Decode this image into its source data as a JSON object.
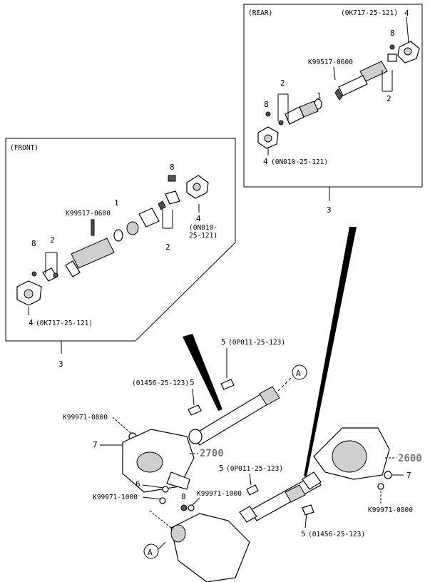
{
  "rear_box": {
    "title": "(REAR)",
    "callout_top": "(0K717-25-121)",
    "callout_top_num": "4",
    "bolt_num": "8",
    "spec": "K99517-0600",
    "num_1": "1",
    "num_2a": "2",
    "num_2b": "2",
    "num_8": "8",
    "num_4": "4",
    "callout_bottom": "(0N010-25-121)",
    "ref": "3"
  },
  "front_box": {
    "title": "(FRONT)",
    "num_8a": "8",
    "num_1": "1",
    "spec": "K99517-0600",
    "num_4a": "4",
    "callout_right": "(0N010-",
    "callout_right2": "25-121)",
    "num_2a": "2",
    "num_2b": "2",
    "num_8b": "8",
    "num_4b": "4",
    "callout_bottom": "(0K717-25-121)",
    "ref": "3"
  },
  "assembly": {
    "bolt5a_num": "5",
    "bolt5a_code": "(0P011-25-123)",
    "bolt5b_code": "(01456-25-123)",
    "bolt5b_num": "5",
    "nut_left_code": "K99971-0800",
    "num_7a": "7",
    "ref_2700": "2700",
    "bolt5c_num": "5",
    "bolt5c_code": "(0P011-25-123)",
    "ref_2600": "2600",
    "num_7b": "7",
    "num_6": "6",
    "nut_mid_code": "K99971-1000",
    "num_8": "8",
    "nut_mid_code2": "K99971-1000",
    "nut_right_code": "K99971-0800",
    "bolt5d_num": "5",
    "bolt5d_code": "(01456-25-123)",
    "circle_a_top": "A",
    "circle_a_bottom": "A"
  }
}
